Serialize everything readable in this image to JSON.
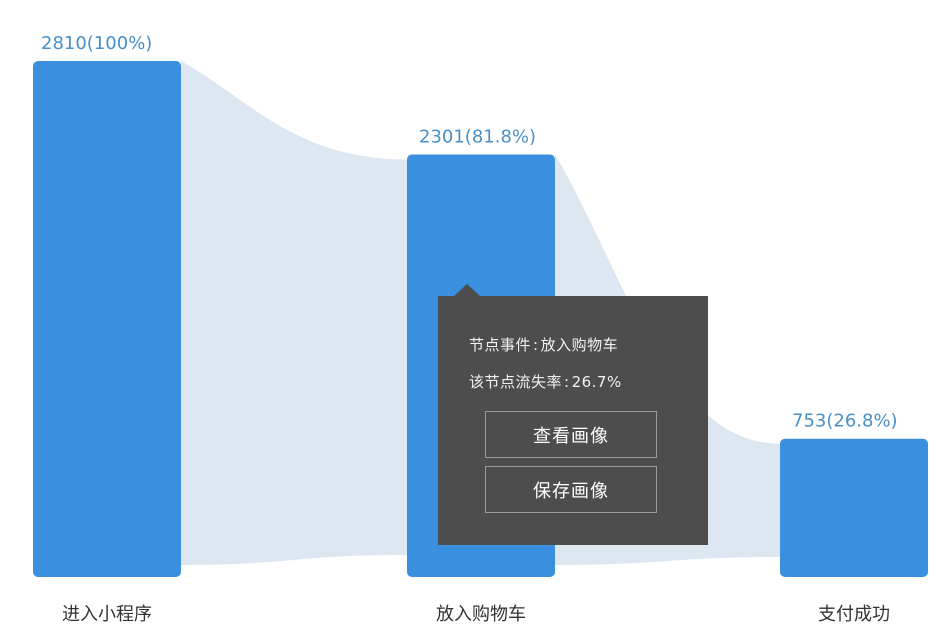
{
  "chart_data": {
    "type": "funnel",
    "categories": [
      "进入小程序",
      "放入购物车",
      "支付成功"
    ],
    "values": [
      2810,
      2301,
      753
    ],
    "value_labels": [
      "2810(100%)",
      "2301(81.8%)",
      "753(26.8%)"
    ],
    "ylim": [
      0,
      2810
    ],
    "bar_color": "#3b8fdf",
    "flow_color": "#dce7f1",
    "label_color": "#4a90c8"
  },
  "tooltip": {
    "event_label": "节点事件",
    "event_value": "放入购物车",
    "churn_label": "该节点流失率",
    "churn_value": "26.7%",
    "view_button": "查看画像",
    "save_button": "保存画像"
  }
}
